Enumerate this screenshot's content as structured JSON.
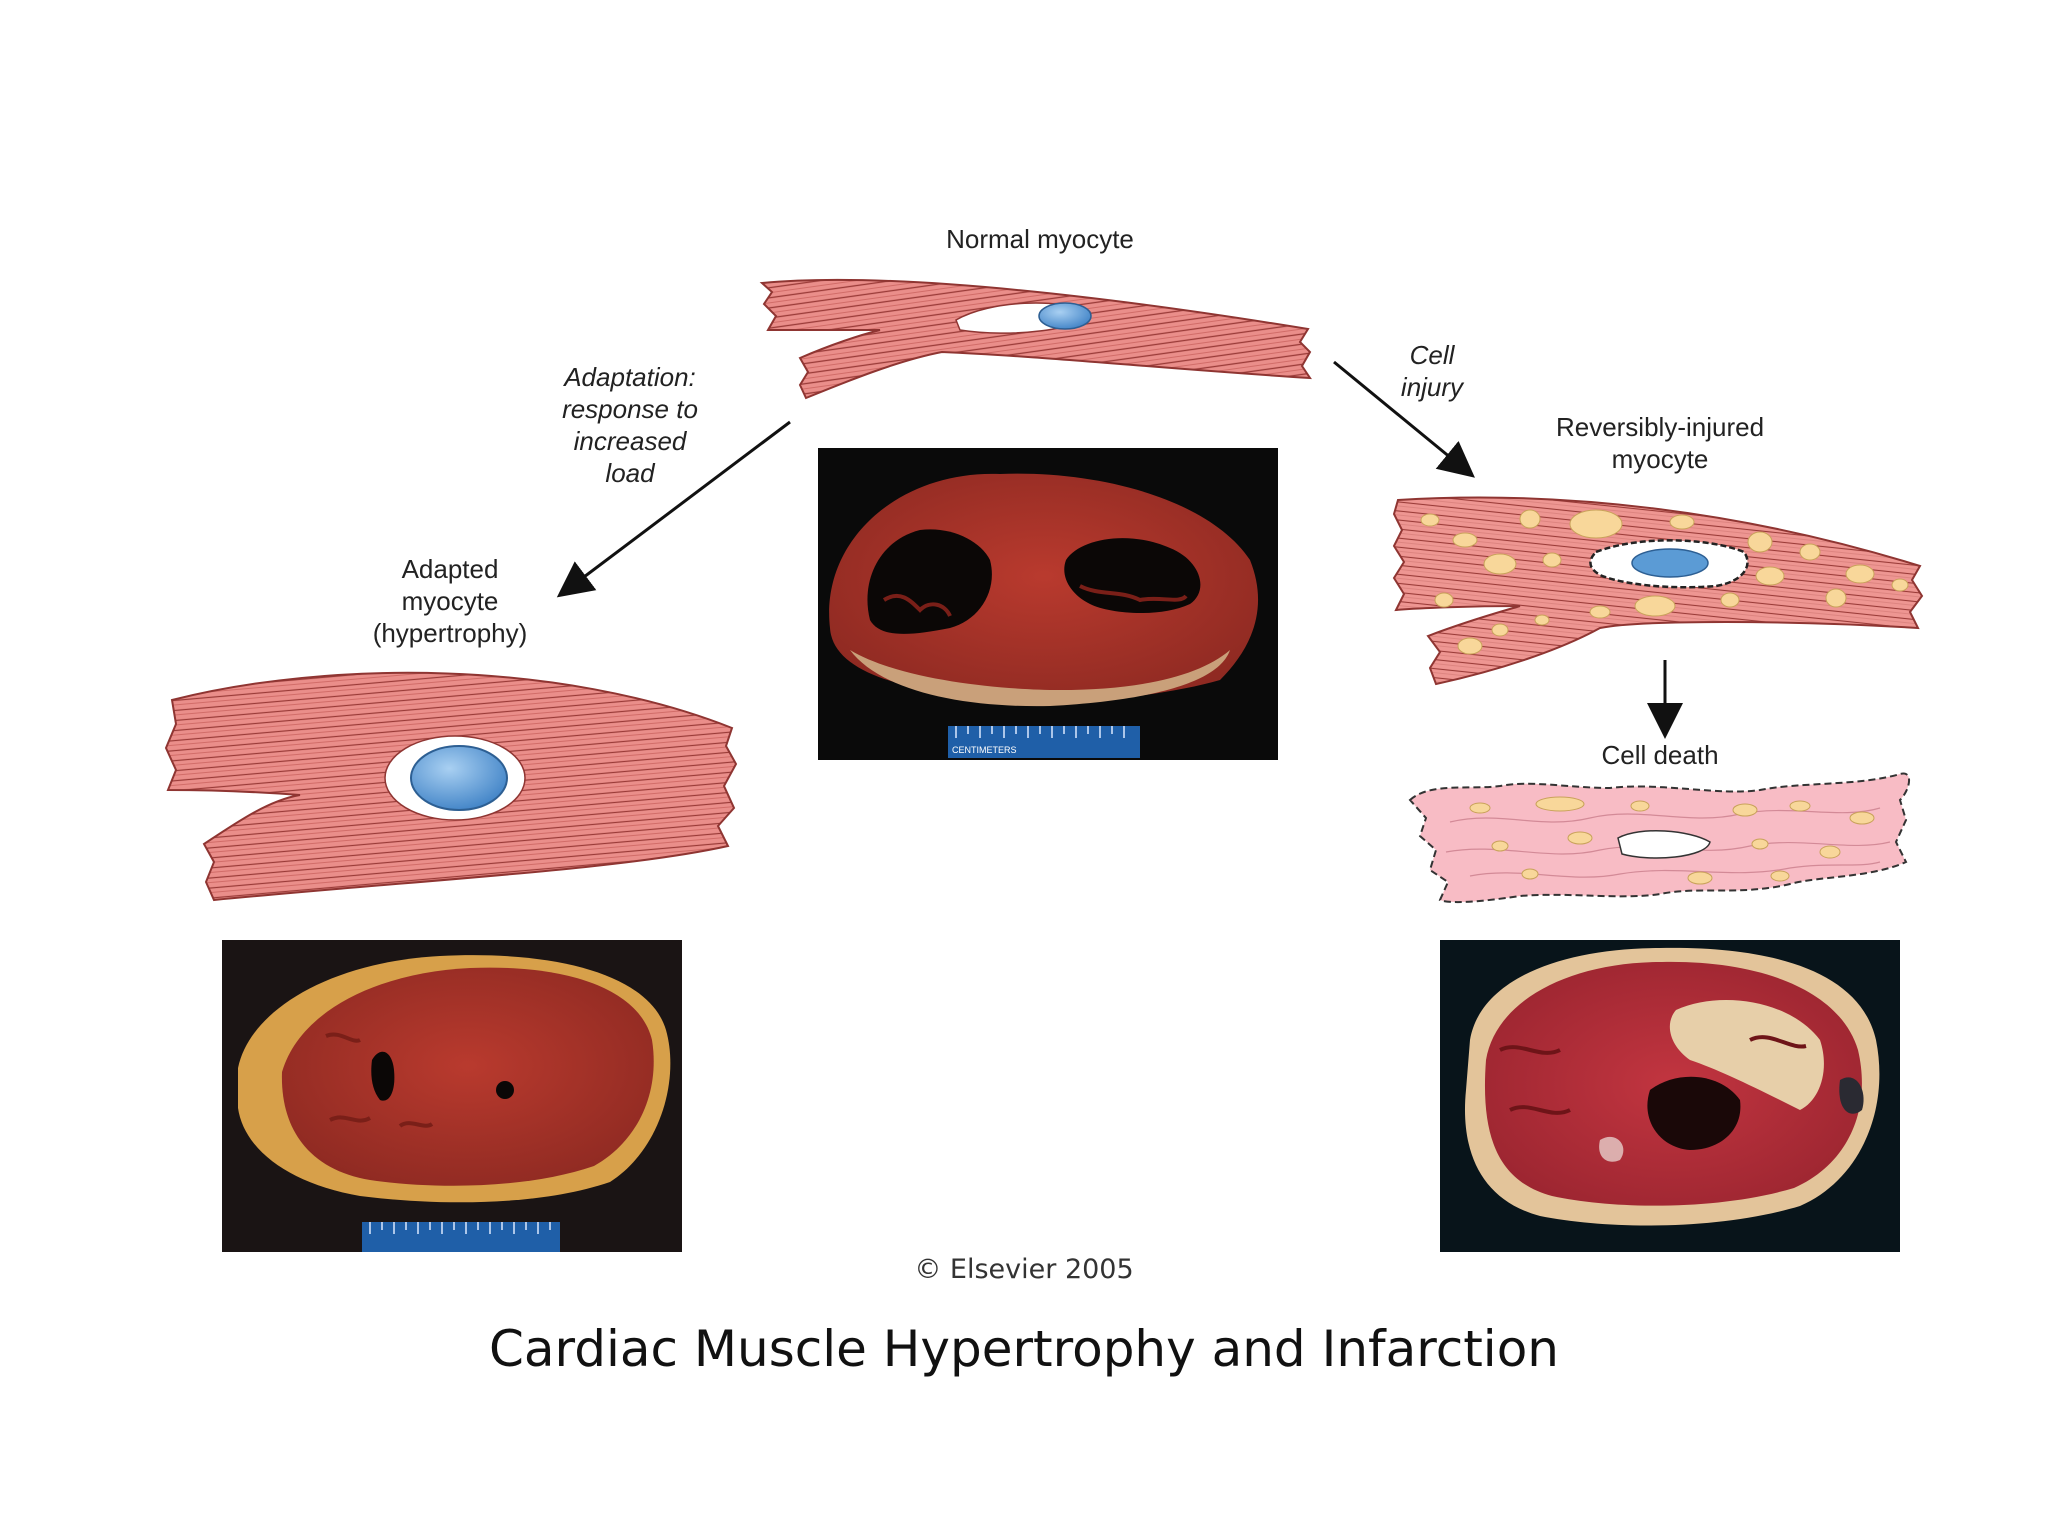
{
  "labels": {
    "normal": "Normal myocyte",
    "adaptation": [
      "Adaptation:",
      "response to",
      "increased",
      "load"
    ],
    "adapted": [
      "Adapted",
      "myocyte",
      "(hypertrophy)"
    ],
    "injury": [
      "Cell",
      "injury"
    ],
    "reversible": [
      "Reversibly-injured",
      "myocyte"
    ],
    "death": "Cell death"
  },
  "ruler_text": {
    "top": "CENTIMETERS"
  },
  "copyright": "© Elsevier 2005",
  "caption": "Cardiac Muscle Hypertrophy and Infarction",
  "colors": {
    "muscle": "#e88a86",
    "muscle_dark": "#c65a57",
    "nucleus": "#5b9bd5",
    "vacuole": "#f8d79a",
    "dead_cell": "#f5b7c0",
    "photo_bg": "#0a0a0a",
    "tissue": "#b8342a",
    "ruler": "#1f5fa8"
  }
}
